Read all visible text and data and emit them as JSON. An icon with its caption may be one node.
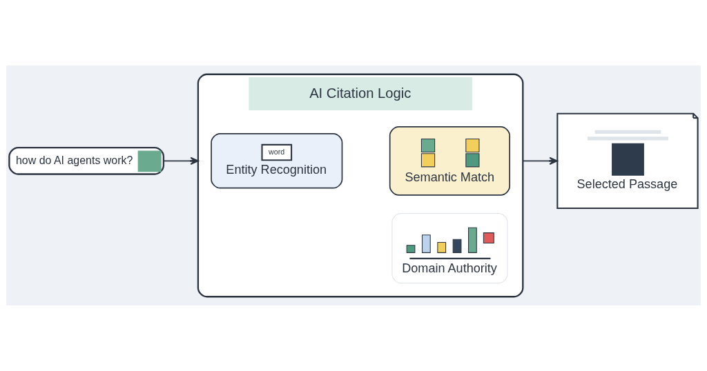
{
  "diagram": {
    "nodes": [
      {
        "text": [
          "how do AI agents work?"
        ]
      },
      {
        "text": [
          "AI Citation Logic"
        ]
      },
      {
        "text": [
          "word",
          "Entity Recognition"
        ],
        "in": 1
      },
      {
        "text": [
          "Semantic Match"
        ],
        "in": 1
      },
      {
        "text": [
          "Domain Authority"
        ],
        "in": 1
      },
      {
        "text": [
          "Selected Passage"
        ]
      }
    ],
    "edges": [
      {
        "from": 0,
        "to": 1,
        "arrow": "to"
      },
      {
        "from": 1,
        "to": 5,
        "arrow": "to"
      }
    ]
  }
}
